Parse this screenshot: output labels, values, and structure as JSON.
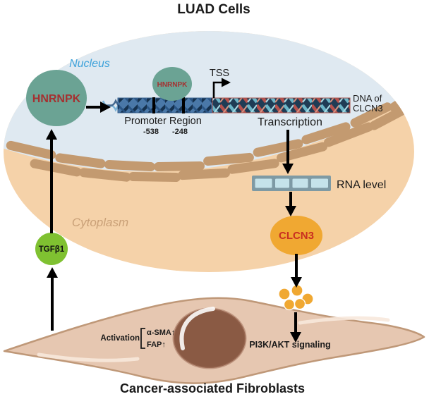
{
  "titles": {
    "top": "LUAD Cells",
    "bottom": "Cancer-associated Fibroblasts"
  },
  "cell": {
    "nucleus_label": "Nucleus",
    "cytoplasm_label": "Cytoplasm"
  },
  "proteins": {
    "hnrnpk_large": "HNRNPK",
    "hnrnpk_small": "HNRNPK",
    "tgfb1": "TGFβ1",
    "clcn3": "CLCN3"
  },
  "dna": {
    "tss_label": "TSS",
    "promoter_label": "Promoter Region",
    "promoter_pos_1": "-538",
    "promoter_pos_2": "-248",
    "dna_label_line1": "DNA of",
    "dna_label_line2": "CLCN3",
    "transcription_label": "Transcription"
  },
  "rna": {
    "label": "RNA level"
  },
  "fibroblast": {
    "activation_label": "Activation",
    "marker_1": "α-SMA↑",
    "marker_2": "FAP↑",
    "signaling_label": "PI3K/AKT signaling"
  },
  "colors": {
    "nucleus_fill": "#dfe9f1",
    "cytoplasm_fill": "#f5d2a9",
    "membrane": "#c39a70",
    "protein_teal": "#6ba394",
    "tgfb1_green": "#7fc131",
    "clcn3_orange": "#f0a832",
    "dots_orange": "#f0a832",
    "rna_frame": "#7e9aa4",
    "rna_segment": "#c5e3ea",
    "fibroblast_body": "#e6c7b1",
    "fibroblast_border": "#bf9878",
    "fibroblast_nucleus": "#8a5a44",
    "arrow": "#000000"
  }
}
